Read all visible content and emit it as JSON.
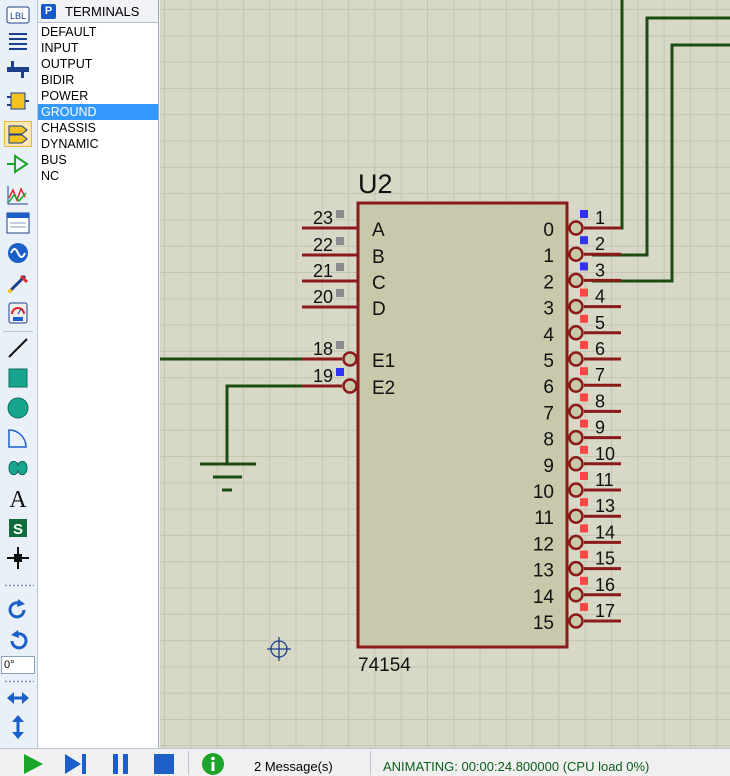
{
  "toolbar": {
    "tools": [
      "label-icon",
      "text-script-icon",
      "bus-icon",
      "subcircuit-icon",
      "terminals-icon",
      "device-pins-icon",
      "graph-icon",
      "tape-recorder-icon",
      "generator-icon",
      "voltage-probe-icon",
      "virtual-instruments-icon",
      "line-icon",
      "box-icon",
      "circle-icon",
      "arc-icon",
      "path-icon",
      "text-icon",
      "symbol-icon",
      "marker-icon",
      "rotate-cw-icon",
      "rotate-ccw-icon",
      "mirror-horizontal-icon",
      "mirror-vertical-icon"
    ],
    "label_text": "LBL",
    "text_tool_glyph": "A",
    "symbol_tool_glyph": "S",
    "rotation_value": "0°"
  },
  "panel": {
    "badge": "P",
    "title": "TERMINALS",
    "items": [
      "DEFAULT",
      "INPUT",
      "OUTPUT",
      "BIDIR",
      "POWER",
      "GROUND",
      "CHASSIS",
      "DYNAMIC",
      "BUS",
      "NC"
    ],
    "selected": "GROUND"
  },
  "schematic": {
    "ref": "U2",
    "part": "74154",
    "left_pins": [
      {
        "num": "23",
        "name": "A",
        "state": "gray"
      },
      {
        "num": "22",
        "name": "B",
        "state": "gray"
      },
      {
        "num": "21",
        "name": "C",
        "state": "gray"
      },
      {
        "num": "20",
        "name": "D",
        "state": "gray"
      },
      {
        "num": "18",
        "name": "E1",
        "state": "gray"
      },
      {
        "num": "19",
        "name": "E2",
        "state": "blue"
      }
    ],
    "right_pins": [
      {
        "num": "1",
        "name": "0",
        "state": "blue"
      },
      {
        "num": "2",
        "name": "1",
        "state": "blue"
      },
      {
        "num": "3",
        "name": "2",
        "state": "blue"
      },
      {
        "num": "4",
        "name": "3",
        "state": "red"
      },
      {
        "num": "5",
        "name": "4",
        "state": "red"
      },
      {
        "num": "6",
        "name": "5",
        "state": "red"
      },
      {
        "num": "7",
        "name": "6",
        "state": "red"
      },
      {
        "num": "8",
        "name": "7",
        "state": "red"
      },
      {
        "num": "9",
        "name": "8",
        "state": "red"
      },
      {
        "num": "10",
        "name": "9",
        "state": "red"
      },
      {
        "num": "11",
        "name": "10",
        "state": "red"
      },
      {
        "num": "13",
        "name": "11",
        "state": "red"
      },
      {
        "num": "14",
        "name": "12",
        "state": "red"
      },
      {
        "num": "15",
        "name": "13",
        "state": "red"
      },
      {
        "num": "16",
        "name": "14",
        "state": "red"
      },
      {
        "num": "17",
        "name": "15",
        "state": "red"
      }
    ],
    "colors": {
      "body": "#c8c8aa",
      "outline": "#8b1a1a",
      "wire": "#1a4d12",
      "gray": "#8c8c8c",
      "blue": "#3131f2",
      "red": "#ff4646"
    }
  },
  "status": {
    "messages": "2 Message(s)",
    "animating": "ANIMATING: 00:00:24.800000 (CPU load 0%)"
  }
}
